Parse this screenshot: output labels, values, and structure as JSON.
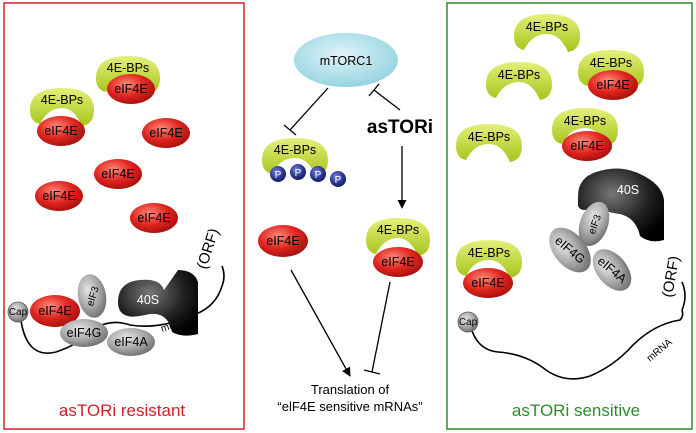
{
  "labels": {
    "mtorc1": "mTORC1",
    "astori": "asTORi",
    "bp": "4E-BPs",
    "eif4e": "eIF4E",
    "eif3": "eIF3",
    "eif4g": "eIF4G",
    "eif4a": "eIF4A",
    "s40": "40S",
    "cap": "Cap",
    "mrna": "mRNA",
    "orf": "(ORF)",
    "p": "P",
    "output_line1": "Translation of",
    "output_line2": "“elF4E sensitive mRNAs”"
  },
  "panels": {
    "left_title": "asTORi resistant",
    "right_title": "asTORi sensitive"
  },
  "colors": {
    "resistant": "#d12027",
    "sensitive": "#2e8b2e",
    "eif4e": "#e0241f",
    "bp": "#b8d42a",
    "mtorc1": "#a8dde8",
    "phospho": "#2a3590",
    "grey": "#9a9a9a",
    "s40": "#1e1e1e"
  }
}
